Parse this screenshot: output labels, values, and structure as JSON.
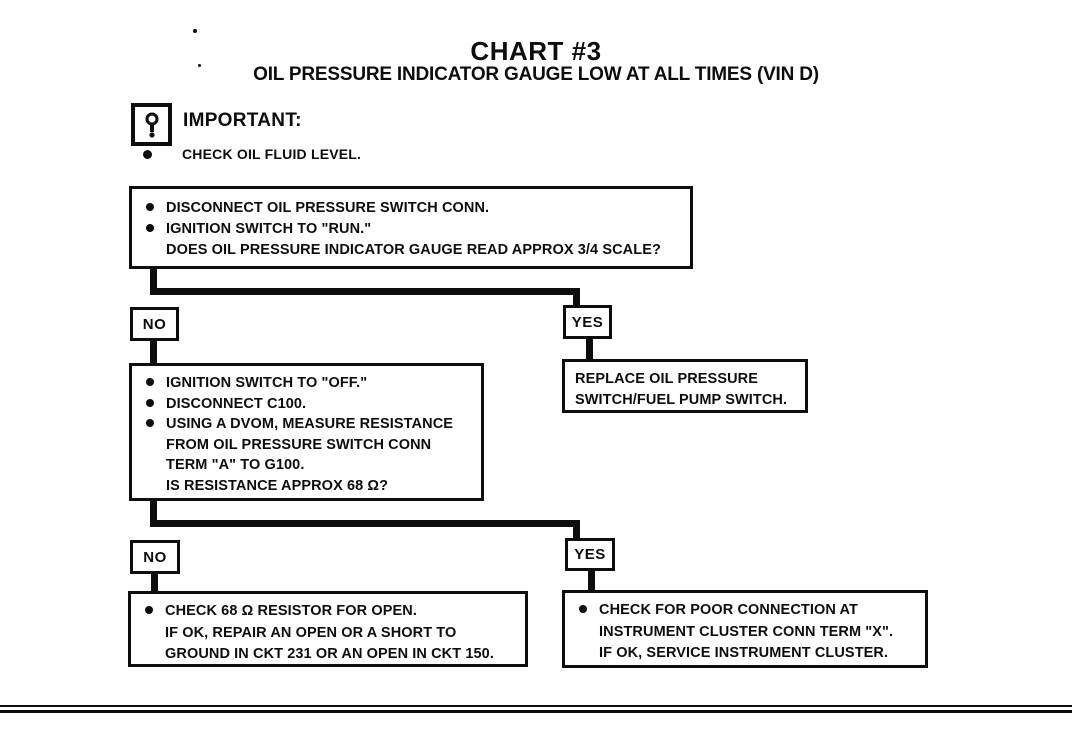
{
  "page": {
    "title": "CHART #3",
    "subtitle": "OIL PRESSURE INDICATOR GAUGE LOW AT ALL TIMES (VIN D)"
  },
  "important": {
    "icon": "exclamation-in-box-icon",
    "label": "IMPORTANT:",
    "note": "CHECK OIL FLUID LEVEL."
  },
  "flow": {
    "step1": {
      "b1": "DISCONNECT OIL PRESSURE SWITCH CONN.",
      "b2": "IGNITION SWITCH TO \"RUN.\"",
      "q": "DOES OIL PRESSURE INDICATOR GAUGE READ APPROX 3/4 SCALE?"
    },
    "branch1": {
      "no": "NO",
      "yes": "YES"
    },
    "replace": {
      "l1": "REPLACE OIL PRESSURE",
      "l2": "SWITCH/FUEL PUMP SWITCH."
    },
    "step2": {
      "b1": "IGNITION SWITCH TO \"OFF.\"",
      "b2": "DISCONNECT C100.",
      "b3l1": "USING A DVOM, MEASURE RESISTANCE",
      "b3l2": "FROM OIL PRESSURE SWITCH CONN",
      "b3l3": "TERM \"A\" TO G100.",
      "q": "IS RESISTANCE APPROX 68 Ω?"
    },
    "branch2": {
      "no": "NO",
      "yes": "YES"
    },
    "result_no": {
      "l1": "CHECK 68 Ω RESISTOR FOR OPEN.",
      "l2": "IF OK, REPAIR AN OPEN OR A SHORT TO",
      "l3": "GROUND IN CKT 231 OR AN OPEN IN CKT 150."
    },
    "result_yes": {
      "l1": "CHECK FOR POOR CONNECTION AT",
      "l2": "INSTRUMENT CLUSTER CONN TERM \"X\".",
      "l3": "IF OK, SERVICE INSTRUMENT CLUSTER."
    }
  }
}
